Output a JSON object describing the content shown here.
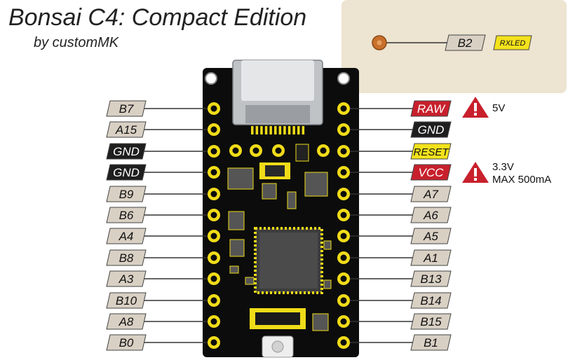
{
  "title": "Bonsai C4: Compact Edition",
  "subtitle": "by customMK",
  "left_pins": [
    "B7",
    "A15",
    "GND",
    "GND",
    "B9",
    "B6",
    "A4",
    "B8",
    "A3",
    "B10",
    "A8",
    "B0"
  ],
  "right_pins": [
    "RAW",
    "GND",
    "RESET",
    "VCC",
    "A7",
    "A6",
    "A5",
    "A1",
    "B13",
    "B14",
    "B15",
    "B1"
  ],
  "inset": {
    "pin": "B2",
    "tag": "RXLED"
  },
  "notes": {
    "raw": "5V",
    "vcc_line1": "3.3V",
    "vcc_line2": "MAX 500mA"
  },
  "colors": {
    "label_fill": "#d9d0c4",
    "gnd_fill": "#1e1e1e",
    "power_fill": "#c8202c",
    "reset_fill": "#f4e21c",
    "inset_bg": "#ede4d1",
    "board": "#0c0c0c",
    "pad": "#f0dc18",
    "warning": "#c8202c"
  },
  "icons": [
    "warning-icon"
  ]
}
